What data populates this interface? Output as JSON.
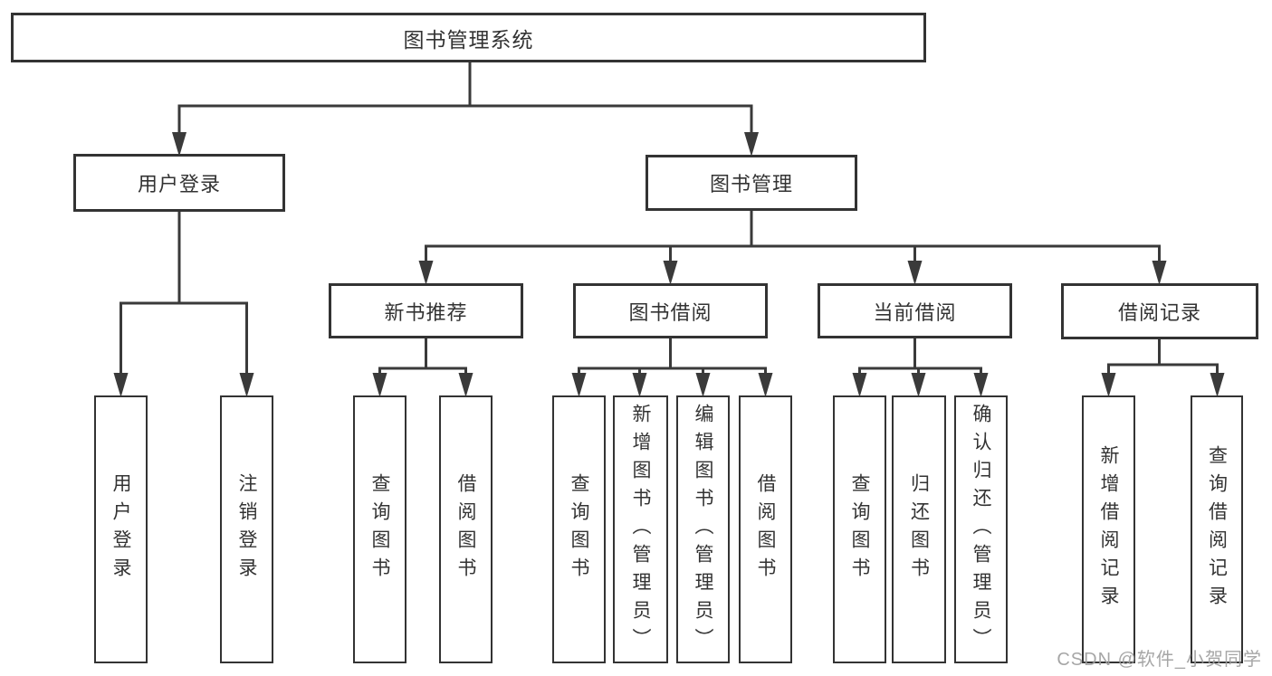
{
  "diagram": {
    "root": {
      "label": "图书管理系统"
    },
    "level2": {
      "user_login": {
        "label": "用户登录"
      },
      "book_mgmt": {
        "label": "图书管理"
      }
    },
    "level3": {
      "new_book": {
        "label": "新书推荐"
      },
      "borrow": {
        "label": "图书借阅"
      },
      "current": {
        "label": "当前借阅"
      },
      "records": {
        "label": "借阅记录"
      }
    },
    "leaves": {
      "user_login": {
        "label": "用户登录"
      },
      "logout": {
        "label": "注销登录"
      },
      "nb_query": {
        "label": "查询图书"
      },
      "nb_borrow": {
        "label": "借阅图书"
      },
      "bb_query": {
        "label": "查询图书"
      },
      "bb_add": {
        "label": "新增图书（管理员）"
      },
      "bb_edit": {
        "label": "编辑图书（管理员）"
      },
      "bb_borrow": {
        "label": "借阅图书"
      },
      "cb_query": {
        "label": "查询图书"
      },
      "cb_return": {
        "label": "归还图书"
      },
      "cb_confirm": {
        "label": "确认归还（管理员）"
      },
      "br_add": {
        "label": "新增借阅记录"
      },
      "br_query": {
        "label": "查询借阅记录"
      }
    },
    "watermark": "CSDN @软件_小贺同学",
    "colors": {
      "line": "#3a3a3a",
      "border": "#333333",
      "text": "#333333",
      "watermark": "#9e9e9e",
      "background": "#ffffff"
    }
  }
}
